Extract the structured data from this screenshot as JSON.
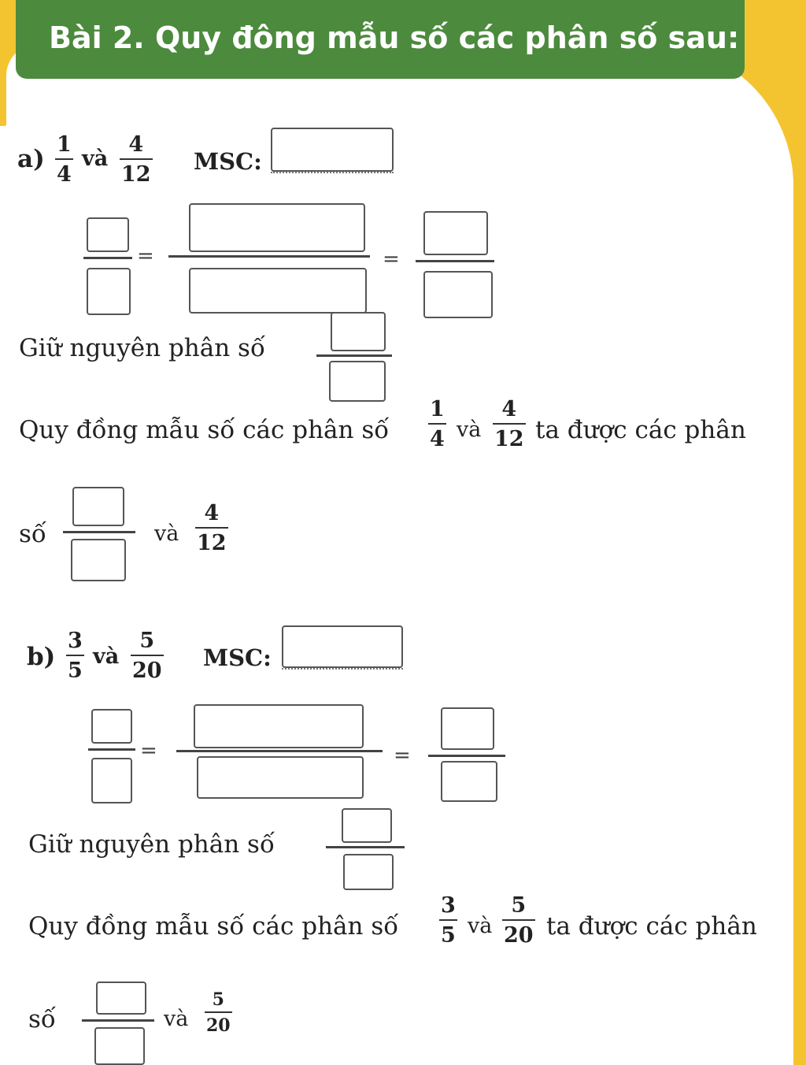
{
  "title": "Bài 2. Quy đông mẫu số các phân số sau:",
  "part_a": {
    "label": "a)",
    "frac1": {
      "num": "1",
      "den": "4"
    },
    "conj": "và",
    "frac2": {
      "num": "4",
      "den": "12"
    },
    "msc_label": "MSC:",
    "keep_text": "Giữ nguyên phân số",
    "result_text_1": "Quy đồng mẫu số các phân số",
    "result_text_2": "ta được các phân",
    "result_text_3": "số",
    "result_frac": {
      "num": "4",
      "den": "12"
    }
  },
  "part_b": {
    "label": "b)",
    "frac1": {
      "num": "3",
      "den": "5"
    },
    "conj": "và",
    "frac2": {
      "num": "5",
      "den": "20"
    },
    "msc_label": "MSC:",
    "keep_text": "Giữ nguyên phân số",
    "result_text_1": "Quy đồng mẫu số các phân số",
    "result_text_2": "ta được các phân",
    "result_text_3": "số",
    "result_frac": {
      "num": "5",
      "den": "20"
    }
  },
  "equals": "="
}
